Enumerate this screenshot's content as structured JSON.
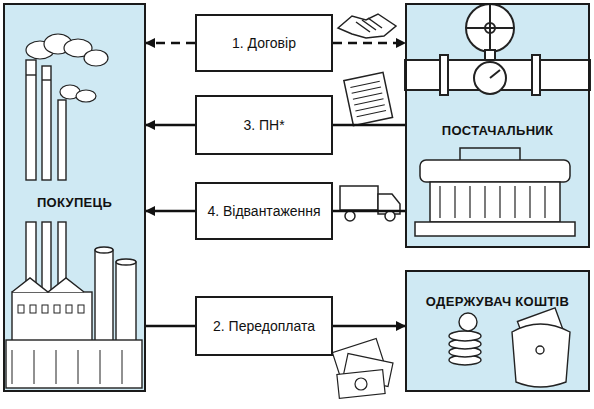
{
  "diagram": {
    "nodes": [
      {
        "text": [
          "ПОКУПЕЦЬ"
        ]
      },
      {
        "text": [
          "1. Договір"
        ]
      },
      {
        "text": [
          "3. ПН*"
        ]
      },
      {
        "text": [
          "4. Відвантаження"
        ]
      },
      {
        "text": [
          "2. Передоплата"
        ]
      },
      {
        "text": [
          "ПОСТАЧАЛЬНИК"
        ]
      },
      {
        "text": [
          "ОДЕРЖУВАЧ КОШТІВ"
        ]
      }
    ],
    "edges": [
      {
        "from": 1,
        "to": 0,
        "arrow": "to"
      },
      {
        "from": 1,
        "to": 5,
        "arrow": "to"
      },
      {
        "from": 5,
        "to": 2,
        "arrow": "none"
      },
      {
        "from": 2,
        "to": 0,
        "arrow": "to"
      },
      {
        "from": 5,
        "to": 3,
        "arrow": "none"
      },
      {
        "from": 3,
        "to": 0,
        "arrow": "to"
      },
      {
        "from": 0,
        "to": 4,
        "arrow": "none"
      },
      {
        "from": 4,
        "to": 6,
        "arrow": "to"
      }
    ]
  }
}
